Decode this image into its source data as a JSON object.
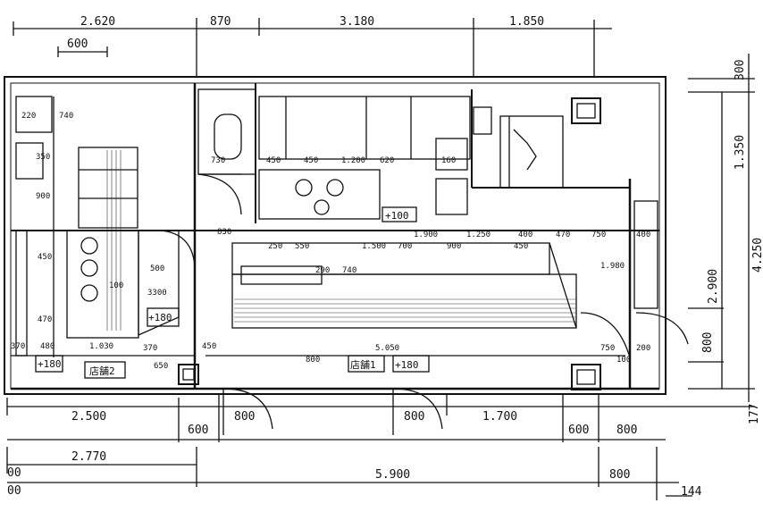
{
  "top_dimensions": [
    "2.620",
    "870",
    "3.180",
    "1.850"
  ],
  "top_sub_dimension": "600",
  "right_dimensions": [
    "300",
    "1.350",
    "4.250",
    "2.900",
    "800",
    "177"
  ],
  "bottom_row1": [
    "2.500",
    "600",
    "800",
    "800",
    "1.700",
    "600",
    "800"
  ],
  "bottom_row2": [
    "2.770",
    "800",
    "144"
  ],
  "bottom_row3": [
    "5.900"
  ],
  "bottom_partial": [
    "00",
    "00"
  ],
  "store_labels": [
    "店舗2",
    "店舗1"
  ],
  "level_marks": [
    "+180",
    "+180",
    "+180",
    "+100"
  ],
  "interior_dims": [
    "220",
    "740",
    "350",
    "900",
    "450",
    "100",
    "500",
    "3300",
    "1.030",
    "470",
    "370",
    "480",
    "450",
    "370",
    "1.500",
    "900",
    "450",
    "1.250",
    "400",
    "470",
    "750",
    "400",
    "1.980",
    "750",
    "200",
    "100",
    "5.050",
    "800",
    "650",
    "450",
    "1.200",
    "620",
    "450",
    "730",
    "160",
    "830",
    "250",
    "550",
    "1.900",
    "700",
    "290",
    "740"
  ]
}
